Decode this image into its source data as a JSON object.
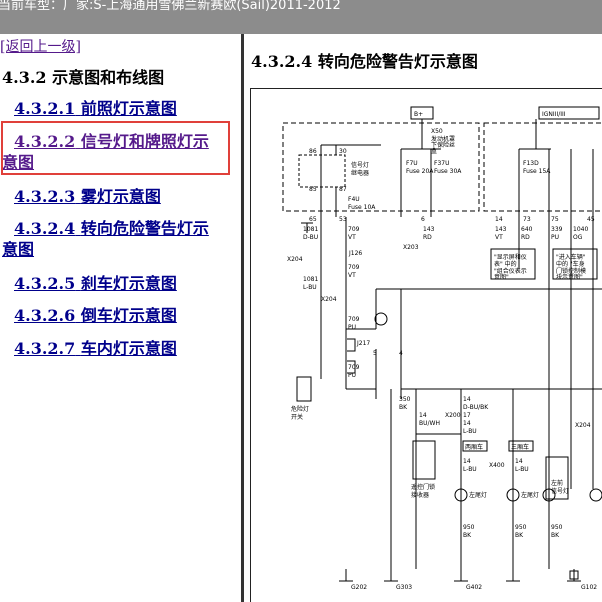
{
  "header": {
    "text": "当前车型：厂家:S-上海通用雪佛兰新赛欧(Sail)2011-2012"
  },
  "sidebar": {
    "back_link": "[返回上一级]",
    "section_title": "4.3.2 示意图和布线图",
    "items": [
      {
        "num": "4.3.2.1",
        "label": "前照灯示意图"
      },
      {
        "num": "4.3.2.2",
        "label": "信号灯和牌照灯示",
        "label2": "意图"
      },
      {
        "num": "4.3.2.3",
        "label": "雾灯示意图"
      },
      {
        "num": "4.3.2.4",
        "label": "转向危险警告灯示",
        "label2": "意图"
      },
      {
        "num": "4.3.2.5",
        "label": "刹车灯示意图"
      },
      {
        "num": "4.3.2.6",
        "label": "倒车灯示意图"
      },
      {
        "num": "4.3.2.7",
        "label": "车内灯示意图"
      }
    ]
  },
  "main": {
    "title": "4.3.2.4 转向危险警告灯示意图",
    "diagram": {
      "battery": "B+",
      "ignition": "IGNIII/III",
      "x50": "X50",
      "x50_desc1": "发动机罩",
      "x50_desc2": "下保险丝",
      "x50_desc3": "盒",
      "relay_name1": "信号灯",
      "relay_name2": "继电器",
      "fuse_f7u": "F7U",
      "fuse_f7u_rating": "Fuse 20A",
      "fuse_f37u": "F37U",
      "fuse_f37u_rating": "Fuse 30A",
      "fuse_f4u": "F4U",
      "fuse_f4u_rating": "Fuse 10A",
      "fuse_f13d": "F13D",
      "fuse_f13d_rating": "Fuse 15A",
      "pin_86": "86",
      "pin_30": "30",
      "pin_85": "85",
      "pin_87": "87",
      "pin_65": "65",
      "pin_53": "53",
      "pin_6": "6",
      "pin_14": "14",
      "pin_73": "73",
      "pin_75": "75",
      "pin_45": "45",
      "w_1081": "1081",
      "w_dbu": "D-BU",
      "w_709a": "709",
      "w_vt": "VT",
      "w_143": "143",
      "w_rd": "RD",
      "w_143b": "143",
      "w_vt2": "VT",
      "w_640": "640",
      "w_rd2": "RD",
      "w_339": "339",
      "w_pu": "PU",
      "w_1040": "1040",
      "w_og": "OG",
      "x204": "X204",
      "x203": "X203",
      "x200": "X200",
      "x400": "X400",
      "j126": "J126",
      "j217": "J217",
      "w_1081b": "1081",
      "w_lbu": "L-BU",
      "w_709b": "709",
      "w_vt3": "VT",
      "w_709c": "709",
      "w_pu2": "PU",
      "w_709d": "709",
      "w_pu3": "PU",
      "pin_5": "5",
      "pin_4": "4",
      "note1_l1": "\"显示屏和仪",
      "note1_l2": "表\" 中的",
      "note1_l3": "\"组合仪表示",
      "note1_l4": "意图\"",
      "note2_l1": "\"进入车辆\"",
      "note2_l2": "中的 \"车身",
      "note2_l3": "门锁控制模",
      "note2_l4": "块示意图\"",
      "hazard_switch1": "危险灯",
      "hazard_switch2": "开关",
      "w_350": "350",
      "w_bk": "BK",
      "w_14a": "14",
      "w_buwh": "BU/WH",
      "w_14b": "14",
      "w_dbubk": "D-BU/BK",
      "w_17": "17",
      "w_14c": "14",
      "w_lbu2": "L-BU",
      "box_2door": "两厢车",
      "box_3door": "三厢车",
      "remote1": "遥控门锁",
      "remote2": "接收器",
      "left_tail": "左尾灯",
      "left_tail2": "左尾灯",
      "left_front1": "左前",
      "left_front2": "信号灯",
      "w_14d": "14",
      "w_lbu3": "L-BU",
      "w_14e": "14",
      "w_lbu4": "L-BU",
      "w_950a": "950",
      "w_bka": "BK",
      "w_950b": "950",
      "w_bkb": "BK",
      "w_950c": "950",
      "w_bkc": "BK",
      "g202": "G202",
      "g303": "G303",
      "g402": "G402",
      "g102": "G102"
    }
  }
}
